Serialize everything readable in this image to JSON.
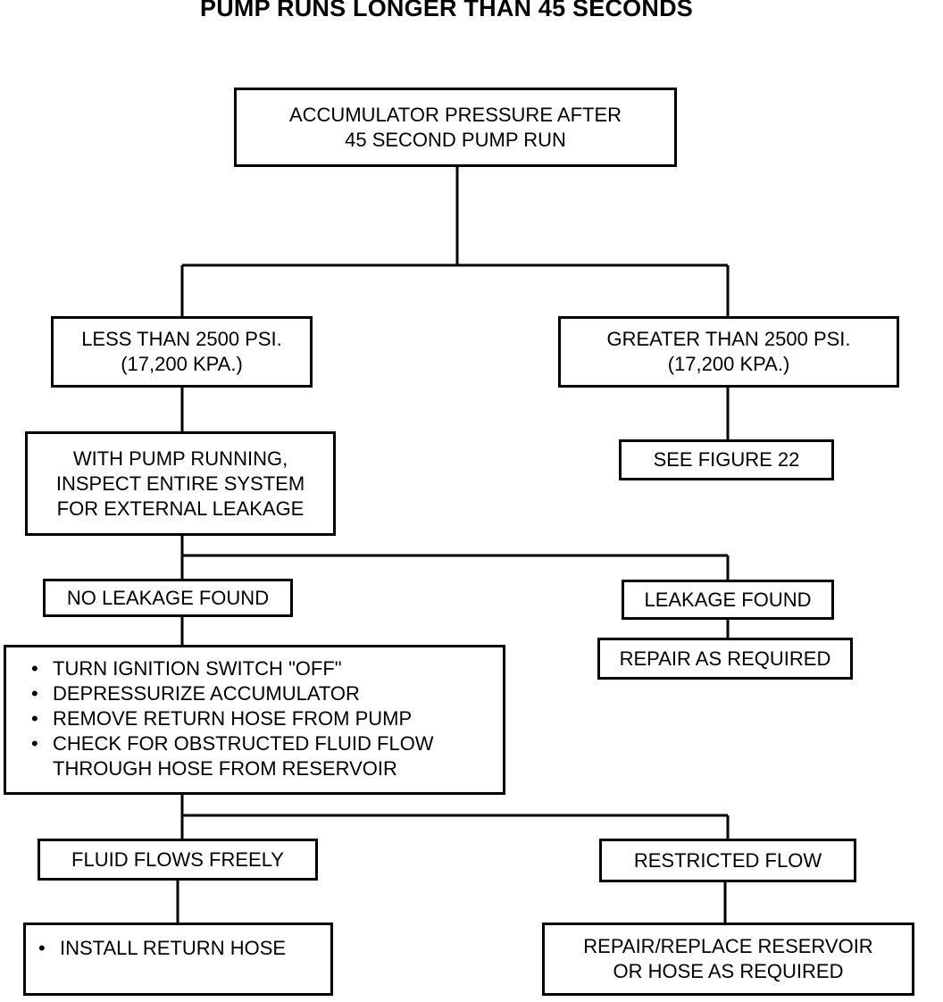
{
  "title": "PUMP RUNS LONGER THAN 45 SECONDS",
  "nodes": {
    "root": {
      "lines": [
        "ACCUMULATOR PRESSURE AFTER",
        "45 SECOND PUMP RUN"
      ]
    },
    "less_than": {
      "lines": [
        "LESS THAN 2500 PSI.",
        "(17,200 KPA.)"
      ]
    },
    "greater_than": {
      "lines": [
        "GREATER THAN 2500 PSI.",
        "(17,200 KPA.)"
      ]
    },
    "see_figure": {
      "lines": [
        "SEE FIGURE 22"
      ]
    },
    "inspect": {
      "lines": [
        "WITH PUMP RUNNING,",
        "INSPECT ENTIRE SYSTEM",
        "FOR EXTERNAL LEAKAGE"
      ]
    },
    "no_leakage": {
      "lines": [
        "NO LEAKAGE FOUND"
      ]
    },
    "leakage_found": {
      "lines": [
        "LEAKAGE FOUND"
      ]
    },
    "repair_required": {
      "lines": [
        "REPAIR AS REQUIRED"
      ]
    },
    "checklist": {
      "bullet": "•",
      "items": [
        "TURN IGNITION SWITCH \"OFF\"",
        "DEPRESSURIZE ACCUMULATOR",
        "REMOVE RETURN HOSE FROM PUMP",
        "CHECK FOR OBSTRUCTED FLUID FLOW"
      ],
      "continuation": "THROUGH HOSE FROM RESERVOIR"
    },
    "flows_freely": {
      "lines": [
        "FLUID FLOWS FREELY"
      ]
    },
    "restricted": {
      "lines": [
        "RESTRICTED FLOW"
      ]
    },
    "install_hose": {
      "bullet": "•",
      "text": "INSTALL RETURN HOSE"
    },
    "repair_reservoir": {
      "lines": [
        "REPAIR/REPLACE RESERVOIR",
        "OR HOSE AS REQUIRED"
      ]
    }
  }
}
